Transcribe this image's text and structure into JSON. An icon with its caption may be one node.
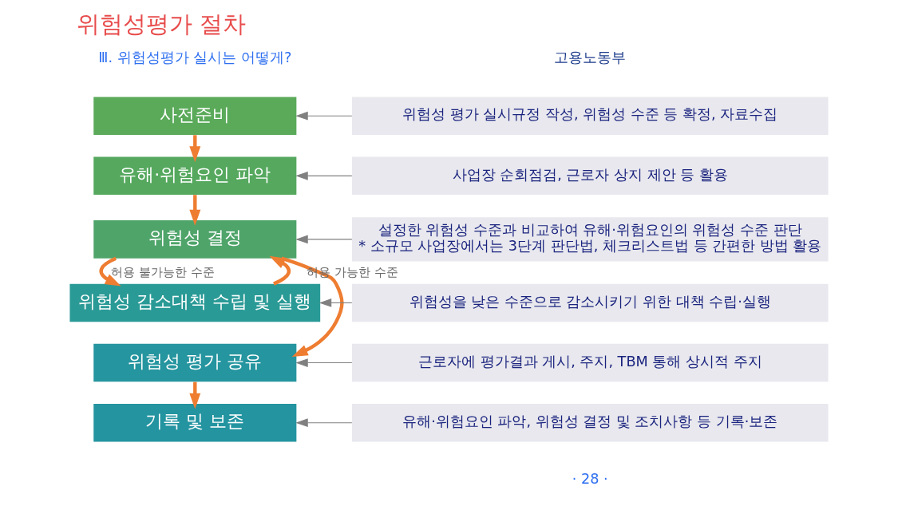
{
  "diagram": {
    "title": "위험성평가 절차",
    "nodes": [
      {
        "text": [
          "사전준비"
        ]
      },
      {
        "text": [
          "유해·위험요인 파악"
        ]
      },
      {
        "text": [
          "위험성 결정"
        ]
      },
      {
        "text": [
          "위험성 감소대책 수립 및 실행"
        ]
      },
      {
        "text": [
          "위험성 평가 공유"
        ]
      },
      {
        "text": [
          "기록 및 보존"
        ]
      },
      {
        "text": [
          "위험성 평가 실시규정 작성, 위험성 수준 등 확정, 자료수집"
        ]
      },
      {
        "text": [
          "사업장 순회점검, 근로자 상지 제안 등 활용"
        ]
      },
      {
        "text": [
          "설정한 위험성 수준과 비교하여 유해·위험요인의 위험성 수준 판단",
          "* 소규모 사업장에서는 3단계 판단법, 체크리스트법 등 간편한 방법 활용"
        ]
      },
      {
        "text": [
          "위험성을 낮은 수준으로 감소시키기 위한 대책 수립·실행"
        ]
      },
      {
        "text": [
          "근로자에 평가결과 게시, 주지, TBM 통해 상시적 주지"
        ]
      },
      {
        "text": [
          "유해·위험요인 파악, 위험성 결정 및 조치사항 등 기록·보존"
        ]
      }
    ],
    "edges": [
      {
        "from": 0,
        "to": 1,
        "arrow": "to",
        "style": "thick"
      },
      {
        "from": 1,
        "to": 2,
        "arrow": "to",
        "style": "thick"
      },
      {
        "from": 2,
        "to": 3,
        "arrow": "to",
        "label": "허용 불가능한 수준",
        "style": "thick"
      },
      {
        "from": 3,
        "to": 2,
        "arrow": "to",
        "style": "thick"
      },
      {
        "from": 2,
        "to": 4,
        "arrow": "to",
        "label": "허용 가능한 수준",
        "style": "thick"
      },
      {
        "from": 4,
        "to": 5,
        "arrow": "to",
        "style": "thick"
      },
      {
        "from": 6,
        "to": 0,
        "arrow": "to",
        "color": "#808080"
      },
      {
        "from": 7,
        "to": 1,
        "arrow": "to",
        "color": "#808080"
      },
      {
        "from": 8,
        "to": 2,
        "arrow": "to",
        "color": "#808080"
      },
      {
        "from": 9,
        "to": 3,
        "arrow": "to",
        "color": "#808080"
      },
      {
        "from": 10,
        "to": 4,
        "arrow": "to",
        "color": "#808080"
      },
      {
        "from": 11,
        "to": 5,
        "arrow": "to",
        "color": "#808080"
      }
    ],
    "labels": [
      "Ⅲ. 위험성평가 실시는 어떻게?",
      "고용노동부",
      "· 28 ·"
    ]
  }
}
